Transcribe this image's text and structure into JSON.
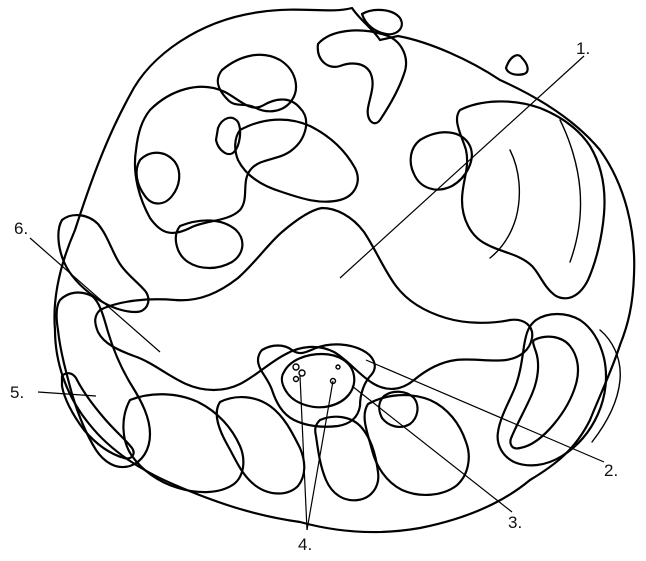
{
  "labels": {
    "l1": "1.",
    "l2": "2.",
    "l3": "3.",
    "l4": "4.",
    "l5": "5.",
    "l6": "6."
  },
  "colors": {
    "stroke": "#000000",
    "background": "#ffffff"
  }
}
